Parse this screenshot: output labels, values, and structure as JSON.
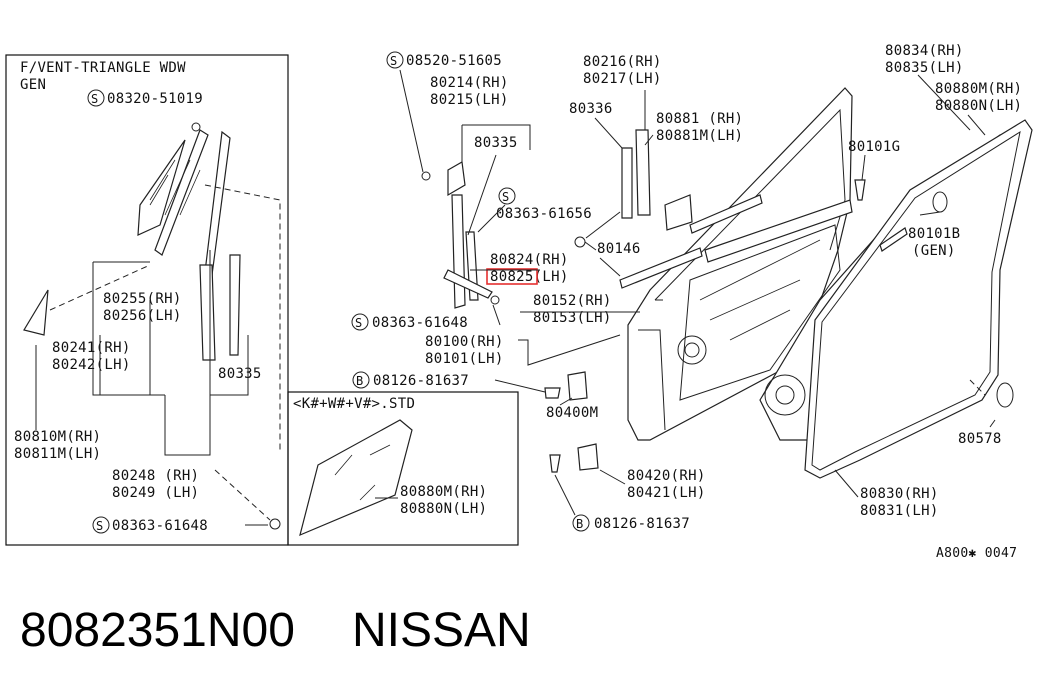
{
  "left_panel": {
    "title_line1": "F/VENT-TRIANGLE WDW",
    "title_line2": "GEN",
    "screw_top": "08320-51019",
    "pair_80255": [
      "80255(RH)",
      "80256(LH)"
    ],
    "pair_80241": [
      "80241(RH)",
      "80242(LH)"
    ],
    "part_80335": "80335",
    "pair_80810": [
      "80810M(RH)",
      "80811M(LH)"
    ],
    "pair_80248": [
      "80248 (RH)",
      "80249 (LH)"
    ],
    "screw_bottom": "08363-61648"
  },
  "inset": {
    "title": "<K#+W#+V#>.STD",
    "pair": [
      "80880M(RH)",
      "80880N(LH)"
    ]
  },
  "center": {
    "screw_08520": "08520-51605",
    "pair_80214": [
      "80214(RH)",
      "80215(LH)"
    ],
    "part_80335": "80335",
    "screw_08363_upper": "08363-61656",
    "pair_80824": [
      "80824(RH)",
      "80825(LH)"
    ],
    "screw_08363_lower": "08363-61648",
    "pair_80216": [
      "80216(RH)",
      "80217(LH)"
    ],
    "part_80336": "80336",
    "pair_80881": [
      "80881 (RH)",
      "80881M(LH)"
    ],
    "part_80146": "80146",
    "pair_80152": [
      "80152(RH)",
      "80153(LH)"
    ],
    "pair_80100": [
      "80100(RH)",
      "80101(LH)"
    ],
    "bolt_upper": "08126-81637",
    "part_80400": "80400M",
    "pair_80420": [
      "80420(RH)",
      "80421(LH)"
    ],
    "bolt_lower": "08126-81637"
  },
  "right": {
    "pair_80834": [
      "80834(RH)",
      "80835(LH)"
    ],
    "pair_80880": [
      "80880M(RH)",
      "80880N(LH)"
    ],
    "part_80101G": "80101G",
    "part_80101B": [
      "80101B",
      "(GEN)"
    ],
    "part_80578": "80578",
    "pair_80830": [
      "80830(RH)",
      "80831(LH)"
    ]
  },
  "symbols": {
    "screw": "S",
    "bolt": "B"
  },
  "diagram_code": "A800✱ 0047",
  "footer": {
    "part_number": "8082351N00",
    "brand": "NISSAN"
  },
  "colors": {
    "line": "#222222",
    "highlight": "#e53030",
    "background": "#ffffff"
  }
}
